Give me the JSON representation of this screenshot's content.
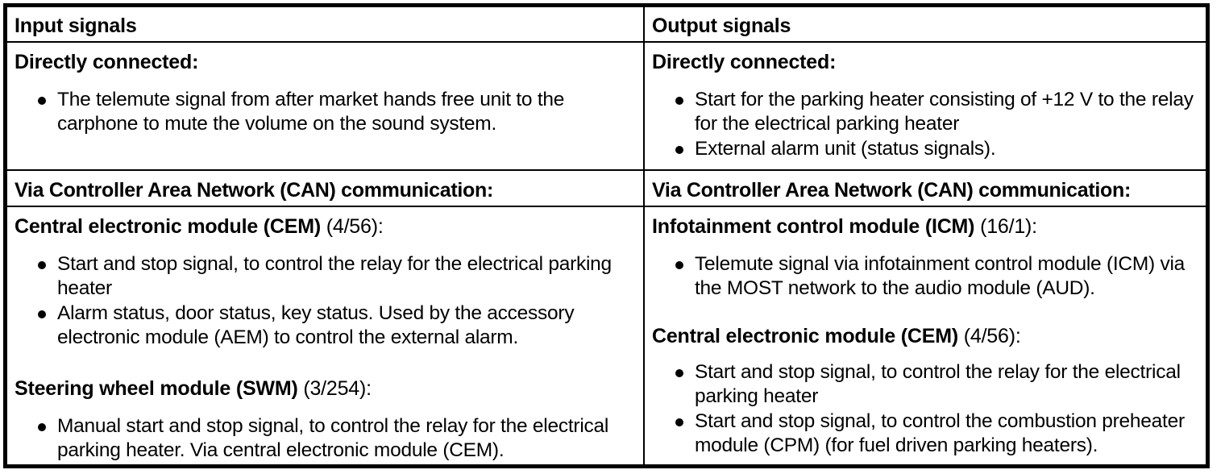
{
  "table": {
    "headers": {
      "input": "Input signals",
      "output": "Output signals"
    },
    "rows": {
      "directly_connected": {
        "heading": "Directly connected:",
        "input_bullets": [
          "The telemute signal from after market hands free unit to the carphone to mute the volume on the sound system."
        ],
        "output_bullets": [
          "Start for the parking heater consisting of +12 V to the relay for the electrical parking heater",
          "External alarm unit (status signals)."
        ]
      },
      "can_communication": {
        "input_heading": "Via Controller Area Network (CAN) communication:",
        "output_heading": "Via Controller Area Network (CAN) communication:"
      },
      "modules": {
        "input_groups": [
          {
            "name": "Central electronic module (CEM)",
            "code": "(4/56):",
            "bullets": [
              "Start and stop signal, to control the relay for the electrical parking heater",
              "Alarm status, door status, key status. Used by the accessory electronic module (AEM) to control the external alarm."
            ]
          },
          {
            "name": "Steering wheel module (SWM)",
            "code": "(3/254):",
            "bullets": [
              "Manual start and stop signal, to control the relay for the electrical parking heater. Via central electronic module (CEM)."
            ]
          }
        ],
        "output_groups": [
          {
            "name": "Infotainment control module (ICM)",
            "code": "(16/1):",
            "bullets": [
              "Telemute signal via infotainment control module (ICM) via the MOST network to the audio module (AUD)."
            ]
          },
          {
            "name": "Central electronic module (CEM)",
            "code": "(4/56):",
            "bullets": [
              "Start and stop signal, to control the relay for the electrical parking heater",
              "Start and stop signal, to control the combustion preheater module (CPM) (for fuel driven parking heaters)."
            ]
          }
        ]
      }
    }
  },
  "colors": {
    "text": "#000000",
    "background": "#ffffff",
    "border": "#000000"
  }
}
